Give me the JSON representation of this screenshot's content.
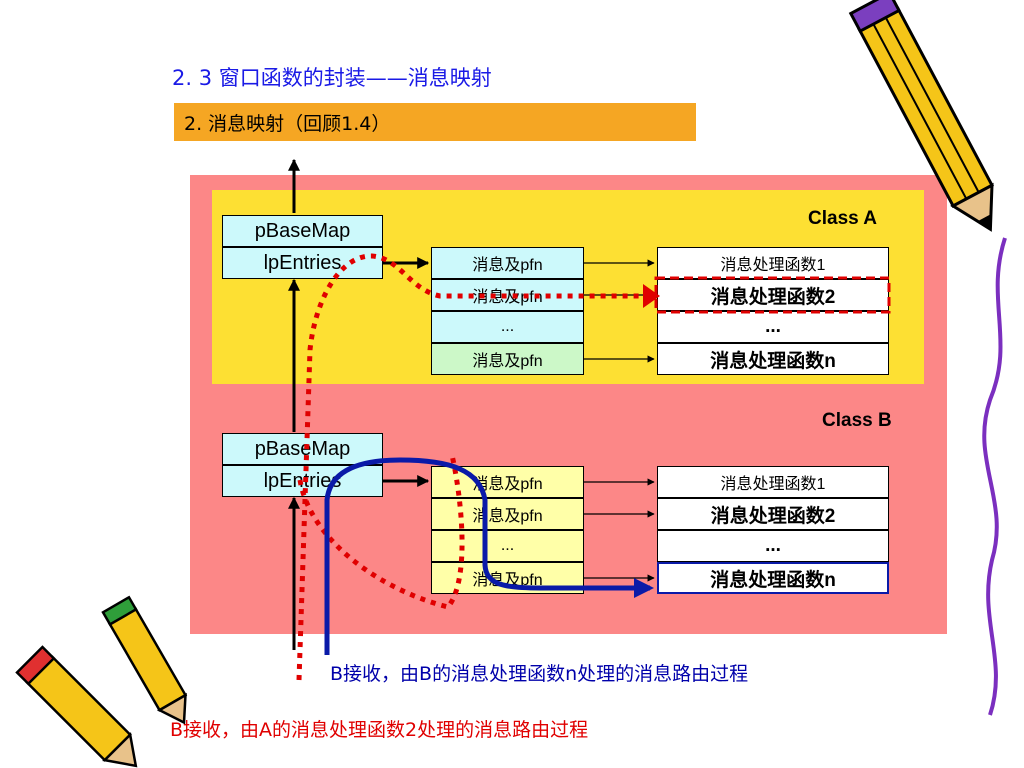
{
  "title": "2. 3  窗口函数的封装——消息映射",
  "subtitle": "2. 消息映射（回顾1.4）",
  "classA": {
    "label": "Class  A",
    "map": [
      "pBaseMap",
      "lpEntries"
    ],
    "entries": [
      "消息及pfn",
      "消息及pfn",
      "...",
      "消息及pfn"
    ],
    "handlers": [
      "消息处理函数1",
      "消息处理函数2",
      "...",
      "消息处理函数n"
    ]
  },
  "classB": {
    "label": "Class  B",
    "map": [
      "pBaseMap",
      "lpEntries"
    ],
    "entries": [
      "消息及pfn",
      "消息及pfn",
      "...",
      "消息及pfn"
    ],
    "handlers": [
      "消息处理函数1",
      "消息处理函数2",
      "...",
      "消息处理函数n"
    ]
  },
  "caption_b": "B接收，由B的消息处理函数n处理的消息路由过程",
  "caption_a": "B接收，由A的消息处理函数2处理的消息路由过程",
  "colors": {
    "outer_panel": "#fc8787",
    "inner_panel": "#fde033",
    "blue_route": "#0a1aa8",
    "red_route": "#e00000",
    "subtitle_bar": "#f5a623"
  }
}
